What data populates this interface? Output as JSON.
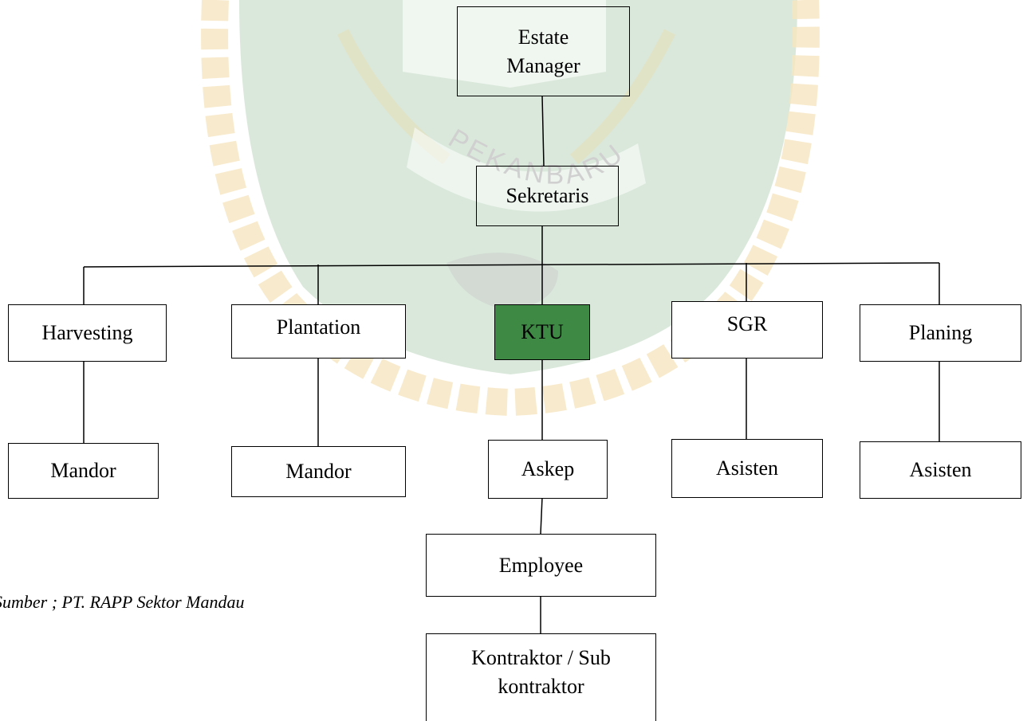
{
  "diagram": {
    "nodes": {
      "estate_manager": "Estate\nManager",
      "sekretaris": "Sekretaris",
      "harvesting": "Harvesting",
      "plantation": "Plantation",
      "ktu": "KTU",
      "sgr": "SGR",
      "planing": "Planing",
      "mandor_1": "Mandor",
      "mandor_2": "Mandor",
      "askep": "Askep",
      "asisten_1": "Asisten",
      "asisten_2": "Asisten",
      "employee": "Employee",
      "kontraktor": "Kontraktor / Sub\nkontraktor"
    },
    "edges": [
      [
        "estate_manager",
        "sekretaris"
      ],
      [
        "sekretaris",
        "harvesting"
      ],
      [
        "sekretaris",
        "plantation"
      ],
      [
        "sekretaris",
        "ktu"
      ],
      [
        "sekretaris",
        "sgr"
      ],
      [
        "sekretaris",
        "planing"
      ],
      [
        "harvesting",
        "mandor_1"
      ],
      [
        "plantation",
        "mandor_2"
      ],
      [
        "ktu",
        "askep"
      ],
      [
        "sgr",
        "asisten_1"
      ],
      [
        "planing",
        "asisten_2"
      ],
      [
        "askep",
        "employee"
      ],
      [
        "employee",
        "kontraktor"
      ]
    ],
    "source_note": "Sumber ; PT. RAPP Sektor  Mandau"
  },
  "watermark": {
    "text": "PEKANBARU",
    "colors": {
      "green": "#3e8a44",
      "gold": "#e8b84a"
    }
  }
}
